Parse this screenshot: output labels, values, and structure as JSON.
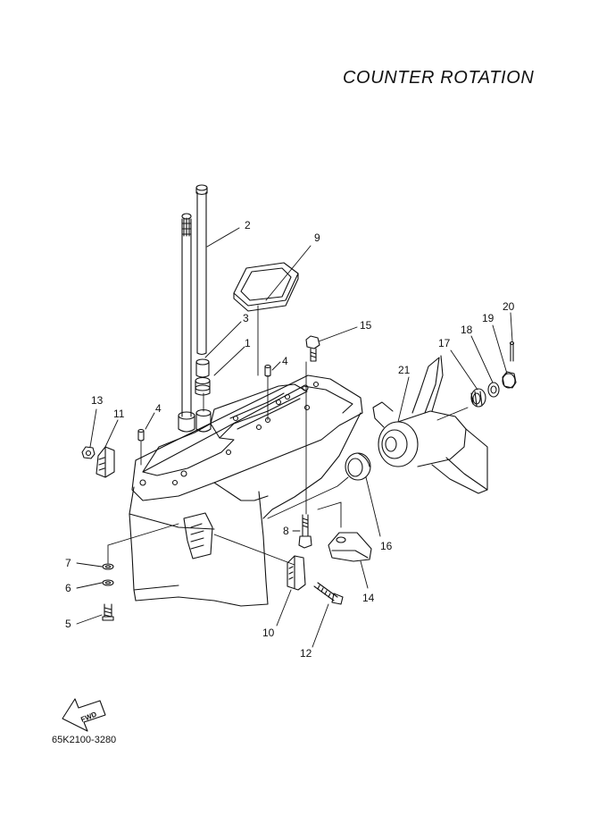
{
  "title": "COUNTER ROTATION",
  "diagram_code": "65K2100-3280",
  "fwd_label": "FWD",
  "callouts": [
    "1",
    "2",
    "3",
    "4",
    "4",
    "5",
    "6",
    "7",
    "8",
    "9",
    "10",
    "11",
    "12",
    "13",
    "14",
    "15",
    "16",
    "17",
    "18",
    "19",
    "20",
    "21"
  ],
  "colors": {
    "line": "#111111",
    "paper": "#ffffff"
  }
}
